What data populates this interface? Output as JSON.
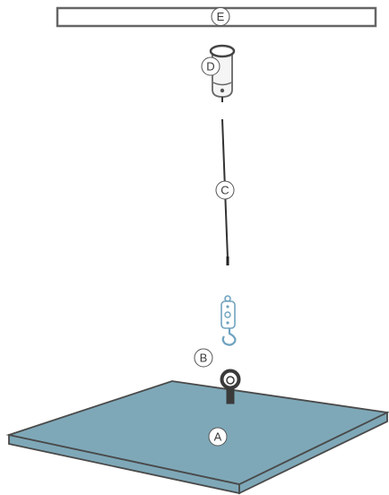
{
  "diagram": {
    "callouts": {
      "a": "A",
      "b": "B",
      "c": "C",
      "d": "D",
      "e": "E"
    },
    "colors": {
      "panel_fill": "#7ea8b8",
      "panel_edge": "#4a4a4a",
      "hook_accent": "#6fa3c0",
      "hardware_dark": "#3a3a3a",
      "outline": "#666666"
    },
    "parts": [
      "panel",
      "eye-bolt",
      "hook-clip",
      "cable",
      "ceiling-mount",
      "ceiling-rail"
    ]
  }
}
